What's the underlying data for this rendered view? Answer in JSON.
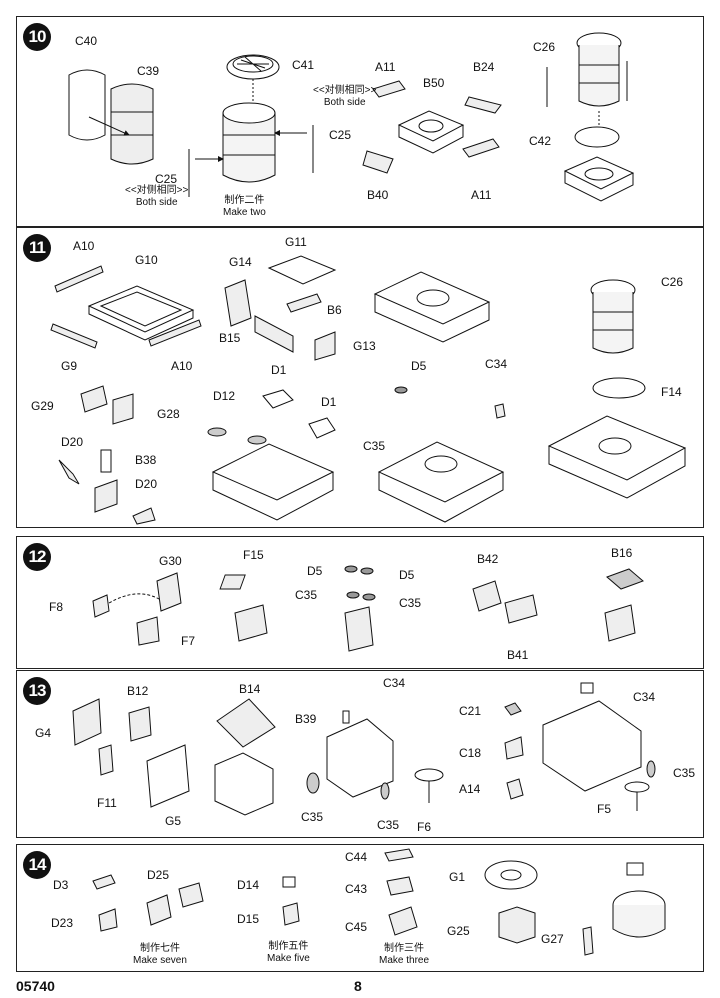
{
  "document": {
    "code": "05740",
    "page": "8"
  },
  "steps": [
    {
      "number": "10",
      "labels": {
        "c40": "C40",
        "c39": "C39",
        "c41": "C41",
        "c25a": "C25",
        "c25b": "C25",
        "a11a": "A11",
        "b50": "B50",
        "b24": "B24",
        "b40": "B40",
        "a11b": "A11",
        "c26": "C26",
        "c42": "C42"
      },
      "notes": {
        "both_side_left": {
          "cn": "<<对侧相同>>",
          "en": "Both side"
        },
        "both_side_mid": {
          "cn": "<<对侧相同>>",
          "en": "Both side"
        },
        "make_two": {
          "cn": "制作二件",
          "en": "Make two"
        }
      }
    },
    {
      "number": "11",
      "labels": {
        "a10a": "A10",
        "g10": "G10",
        "g9": "G9",
        "a10b": "A10",
        "g11": "G11",
        "g14": "G14",
        "b6": "B6",
        "b15": "B15",
        "g13": "G13",
        "c26": "C26",
        "f14": "F14",
        "g29": "G29",
        "g28": "G28",
        "d20a": "D20",
        "b38": "B38",
        "d20b": "D20",
        "d12": "D12",
        "d1a": "D1",
        "d1b": "D1",
        "d5": "D5",
        "c34": "C34",
        "c35": "C35"
      }
    },
    {
      "number": "12",
      "labels": {
        "g30": "G30",
        "f8": "F8",
        "f7": "F7",
        "f15": "F15",
        "d5a": "D5",
        "d5b": "D5",
        "c35a": "C35",
        "c35b": "C35",
        "b42": "B42",
        "b41": "B41",
        "b16": "B16"
      }
    },
    {
      "number": "13",
      "labels": {
        "g4": "G4",
        "b12": "B12",
        "f11": "F11",
        "g5": "G5",
        "b14": "B14",
        "b39": "B39",
        "c34a": "C34",
        "c35a": "C35",
        "c35b": "C35",
        "f6": "F6",
        "c21": "C21",
        "c18": "C18",
        "a14": "A14",
        "c34b": "C34",
        "c35c": "C35",
        "f5": "F5"
      }
    },
    {
      "number": "14",
      "labels": {
        "d3": "D3",
        "d25": "D25",
        "d23": "D23",
        "d14": "D14",
        "d15": "D15",
        "c44": "C44",
        "c43": "C43",
        "c45": "C45",
        "g1": "G1",
        "g25": "G25",
        "g27": "G27"
      },
      "notes": {
        "make_seven": {
          "cn": "制作七件",
          "en": "Make seven"
        },
        "make_five": {
          "cn": "制作五件",
          "en": "Make five"
        },
        "make_three": {
          "cn": "制作三件",
          "en": "Make three"
        }
      }
    }
  ],
  "colors": {
    "ink": "#111111",
    "shade": "#d8d8d8",
    "panel_border": "#222222"
  }
}
